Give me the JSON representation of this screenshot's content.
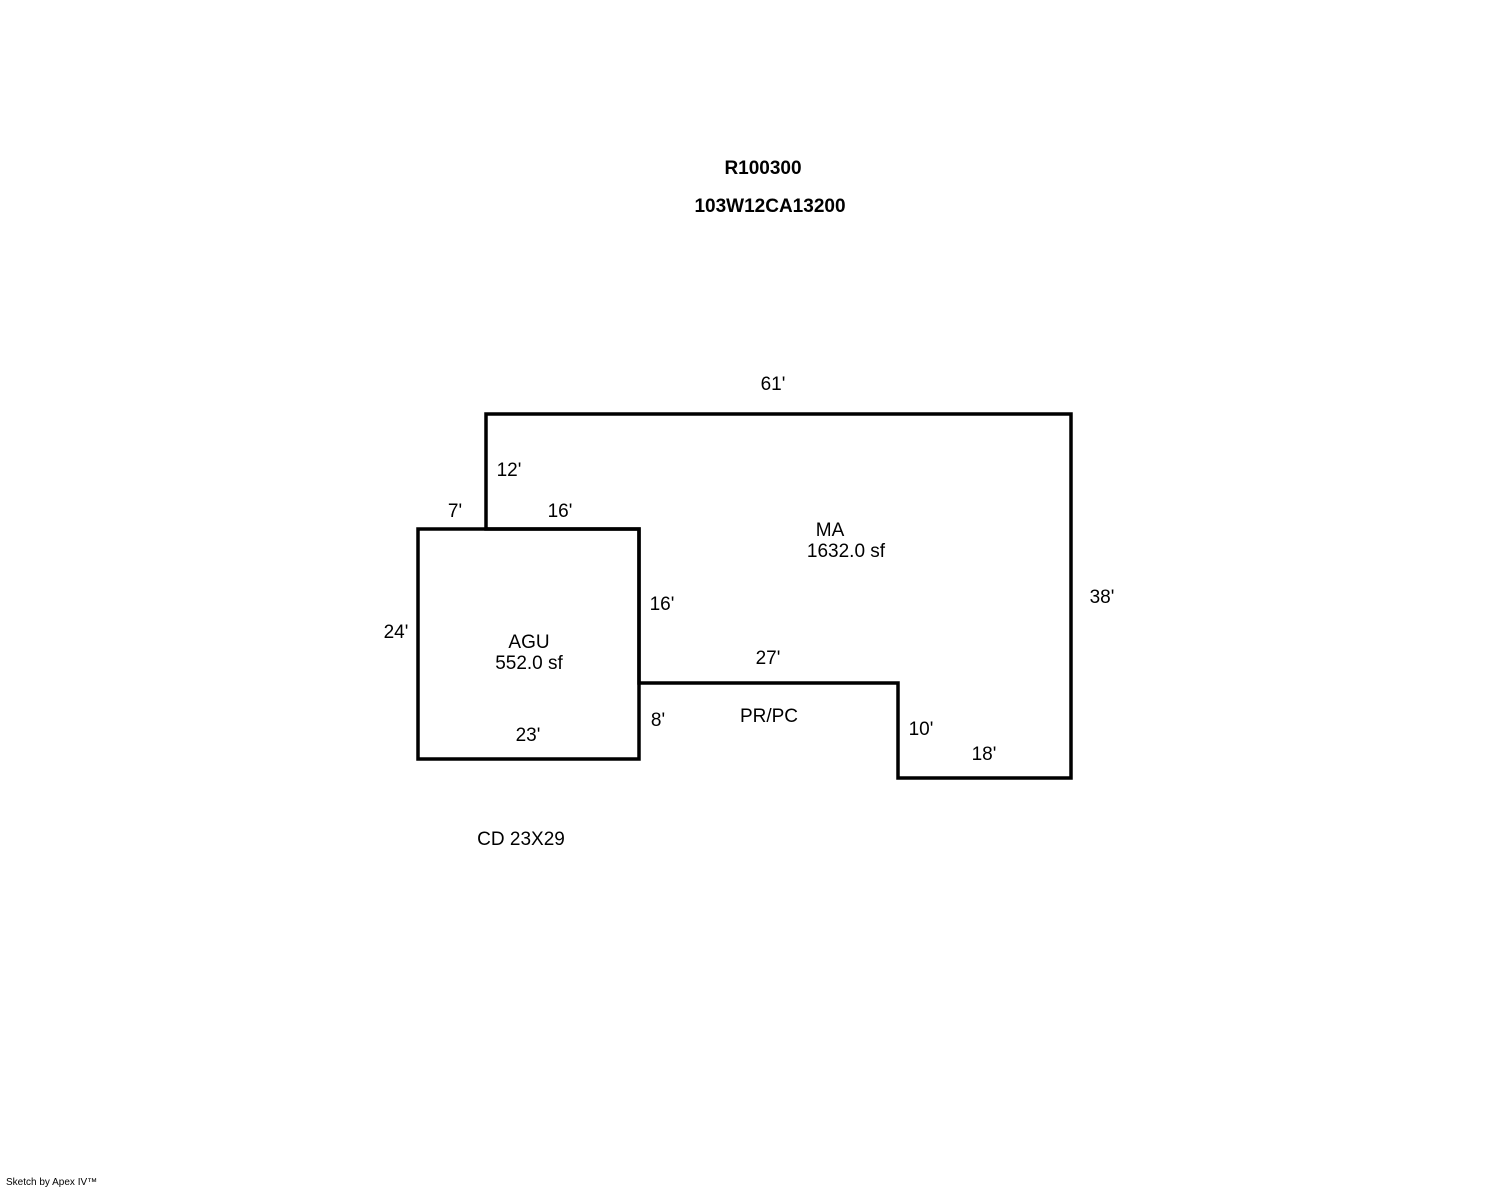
{
  "header": {
    "parcel_id": "R100300",
    "map_code": "103W12CA13200"
  },
  "areas": {
    "main": {
      "name": "MA",
      "size": "1632.0 sf"
    },
    "garage": {
      "name": "AGU",
      "size": "552.0 sf"
    },
    "porch": {
      "name": "PR/PC"
    }
  },
  "dimensions": {
    "top": "61'",
    "left_upper": "12'",
    "step_left": "7'",
    "garage_top": "16'",
    "garage_right_upper": "16'",
    "right": "38'",
    "garage_left": "24'",
    "porch_top": "27'",
    "garage_right_lower": "8'",
    "porch_right": "10'",
    "bottom_right": "18'",
    "garage_bottom": "23'"
  },
  "notes": {
    "deck": "CD 23X29"
  },
  "footer": {
    "credit": "Sketch by Apex IV™"
  },
  "colors": {
    "line": "#000000",
    "background": "#ffffff"
  }
}
